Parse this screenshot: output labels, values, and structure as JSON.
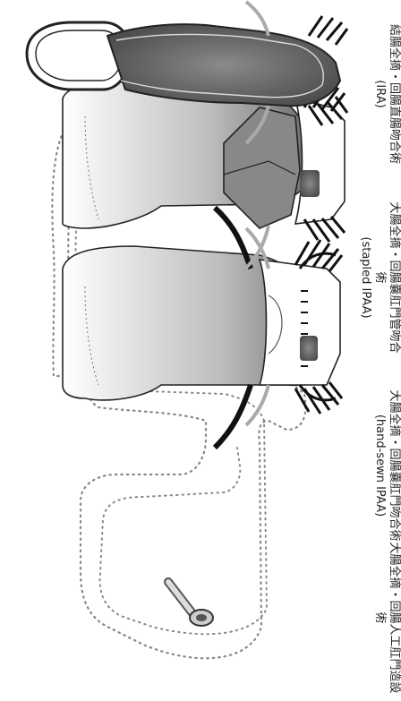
{
  "panels": [
    {
      "caption_line1": "大腸全摘・回腸人工肛門造設術",
      "caption_line2": ""
    },
    {
      "caption_line1": "大腸全摘・回腸嚢肛門吻合術",
      "caption_line2": "(hand-sewn IPAA)"
    },
    {
      "caption_line1": "大腸全摘・回腸嚢肛門管吻合術",
      "caption_line2": "(stapled IPAA)"
    },
    {
      "caption_line1": "結腸全摘・回腸直腸吻合術",
      "caption_line2": "(IRA)"
    }
  ]
}
